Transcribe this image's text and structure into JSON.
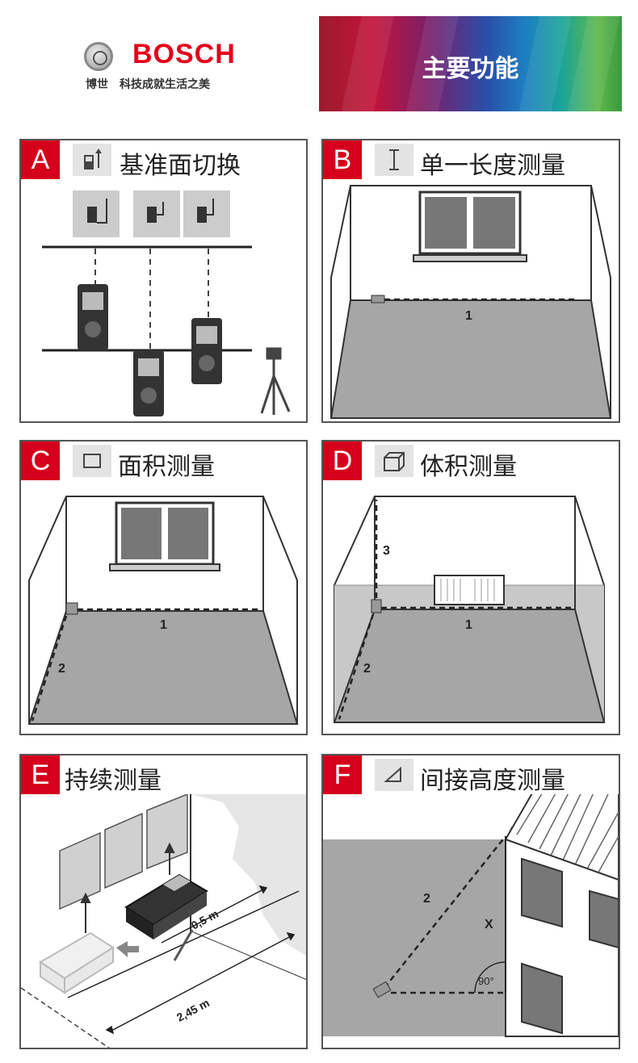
{
  "header": {
    "brand": "BOSCH",
    "brand_cn": "博世",
    "slogan": "科技成就生活之美",
    "banner_title": "主要功能"
  },
  "panels": [
    {
      "letter": "A",
      "label": "基准面切换",
      "icon": "device-reference-icon"
    },
    {
      "letter": "B",
      "label": "单一长度测量",
      "icon": "length-icon",
      "marks": [
        "1"
      ]
    },
    {
      "letter": "C",
      "label": "面积测量",
      "icon": "area-icon",
      "marks": [
        "1",
        "2"
      ]
    },
    {
      "letter": "D",
      "label": "体积测量",
      "icon": "volume-icon",
      "marks": [
        "3",
        "1",
        "2"
      ]
    },
    {
      "letter": "E",
      "label": "持续测量",
      "icon": "",
      "marks": [
        "0,5 m",
        "2,45 m"
      ]
    },
    {
      "letter": "F",
      "label": "间接高度测量",
      "icon": "triangle-icon",
      "marks": [
        "2",
        "X",
        "90°"
      ]
    }
  ],
  "colors": {
    "accent": "#d6001c",
    "floor": "#a6a6a6"
  }
}
